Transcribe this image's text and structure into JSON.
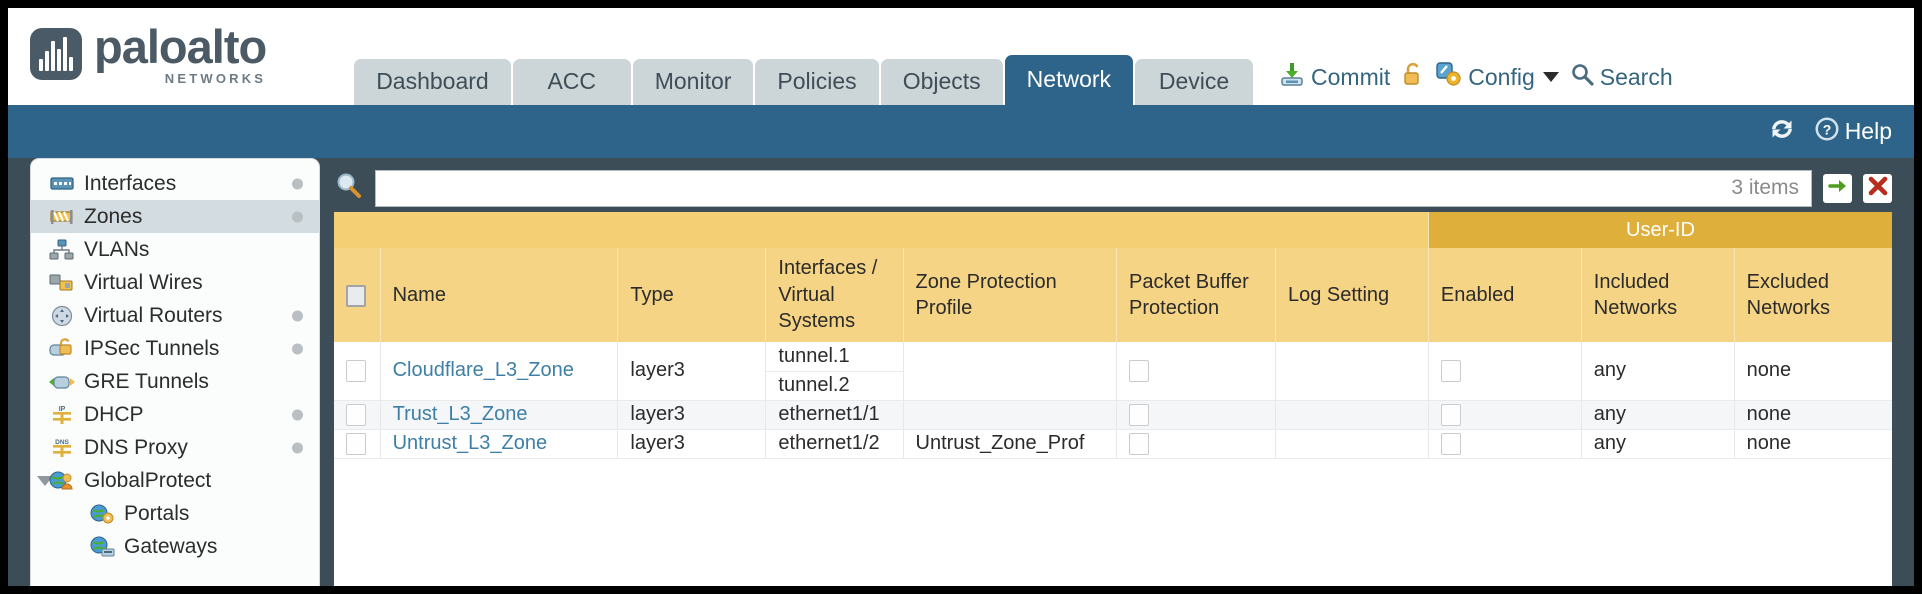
{
  "brand": {
    "name": "paloalto",
    "tagline": "NETWORKS",
    "registered": "®"
  },
  "tabs": [
    {
      "label": "Dashboard",
      "active": false
    },
    {
      "label": "ACC",
      "active": false
    },
    {
      "label": "Monitor",
      "active": false
    },
    {
      "label": "Policies",
      "active": false
    },
    {
      "label": "Objects",
      "active": false
    },
    {
      "label": "Network",
      "active": true
    },
    {
      "label": "Device",
      "active": false
    }
  ],
  "top_actions": {
    "commit": "Commit",
    "config": "Config",
    "search": "Search",
    "lock_icon": "padlock-icon",
    "commit_icon": "commit-download-icon",
    "config_icon": "config-wrench-icon",
    "search_icon": "search-magnifier-icon"
  },
  "blueband": {
    "refresh_icon": "refresh-icon",
    "help": "Help",
    "help_icon": "help-question-icon"
  },
  "sidebar": {
    "items": [
      {
        "label": "Interfaces",
        "icon": "interfaces-icon",
        "selected": false,
        "dot": true,
        "child": false,
        "expander": false
      },
      {
        "label": "Zones",
        "icon": "zones-icon",
        "selected": true,
        "dot": true,
        "child": false,
        "expander": false
      },
      {
        "label": "VLANs",
        "icon": "vlans-icon",
        "selected": false,
        "dot": false,
        "child": false,
        "expander": false
      },
      {
        "label": "Virtual Wires",
        "icon": "virtual-wires-icon",
        "selected": false,
        "dot": false,
        "child": false,
        "expander": false
      },
      {
        "label": "Virtual Routers",
        "icon": "virtual-routers-icon",
        "selected": false,
        "dot": true,
        "child": false,
        "expander": false
      },
      {
        "label": "IPSec Tunnels",
        "icon": "ipsec-tunnels-icon",
        "selected": false,
        "dot": true,
        "child": false,
        "expander": false
      },
      {
        "label": "GRE Tunnels",
        "icon": "gre-tunnels-icon",
        "selected": false,
        "dot": false,
        "child": false,
        "expander": false
      },
      {
        "label": "DHCP",
        "icon": "dhcp-icon",
        "selected": false,
        "dot": true,
        "child": false,
        "expander": false
      },
      {
        "label": "DNS Proxy",
        "icon": "dns-proxy-icon",
        "selected": false,
        "dot": true,
        "child": false,
        "expander": false
      },
      {
        "label": "GlobalProtect",
        "icon": "globalprotect-icon",
        "selected": false,
        "dot": false,
        "child": false,
        "expander": true
      },
      {
        "label": "Portals",
        "icon": "portals-icon",
        "selected": false,
        "dot": false,
        "child": true,
        "expander": false
      },
      {
        "label": "Gateways",
        "icon": "gateways-icon",
        "selected": false,
        "dot": false,
        "child": true,
        "expander": false
      }
    ]
  },
  "search": {
    "value": "",
    "placeholder": "",
    "item_count": "3 items",
    "apply_icon": "green-arrow-apply-icon",
    "clear_icon": "red-x-clear-icon",
    "magnifier_icon": "search-magnifier-icon"
  },
  "table": {
    "group_header": "User-ID",
    "columns": [
      "Name",
      "Type",
      "Interfaces / Virtual Systems",
      "Zone Protection Profile",
      "Packet Buffer Protection",
      "Log Setting",
      "Enabled",
      "Included Networks",
      "Excluded Networks"
    ],
    "rows": [
      {
        "selected": false,
        "name": "Cloudflare_L3_Zone",
        "type": "layer3",
        "interfaces": [
          "tunnel.1",
          "tunnel.2"
        ],
        "zone_protection_profile": "",
        "packet_buffer_protection": false,
        "log_setting": "",
        "userid_enabled": false,
        "included_networks": "any",
        "excluded_networks": "none"
      },
      {
        "selected": false,
        "name": "Trust_L3_Zone",
        "type": "layer3",
        "interfaces": [
          "ethernet1/1"
        ],
        "zone_protection_profile": "",
        "packet_buffer_protection": false,
        "log_setting": "",
        "userid_enabled": false,
        "included_networks": "any",
        "excluded_networks": "none"
      },
      {
        "selected": false,
        "name": "Untrust_L3_Zone",
        "type": "layer3",
        "interfaces": [
          "ethernet1/2"
        ],
        "zone_protection_profile": "Untrust_Zone_Prof",
        "packet_buffer_protection": false,
        "log_setting": "",
        "userid_enabled": false,
        "included_networks": "any",
        "excluded_networks": "none"
      }
    ]
  },
  "colors": {
    "brand_blue": "#2e6489",
    "header_amber": "#f6d485",
    "group_amber": "#dfaf3c",
    "body_slate": "#3d4d57",
    "link_blue": "#3d7fa6"
  }
}
